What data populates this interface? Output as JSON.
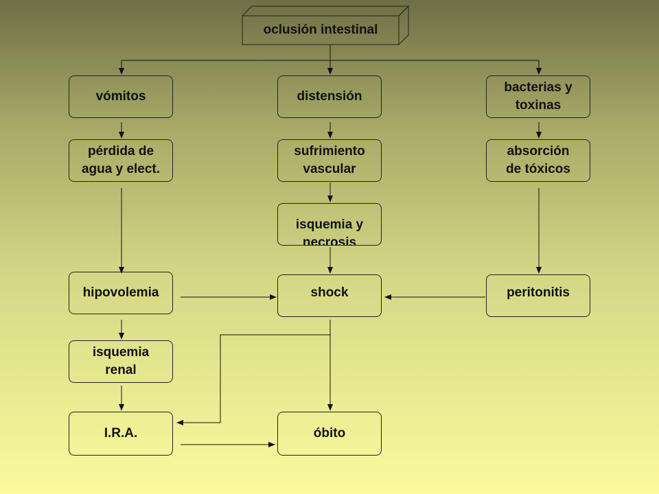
{
  "title": "oclusión intestinal",
  "nodes": {
    "vomitos": "vómitos",
    "distension": "distensión",
    "bacterias": "bacterias y\ntoxinas",
    "perdida": "pérdida de\nagua y elect.",
    "sufrimiento": "sufrimiento\nvascular",
    "absorcion": "absorción\nde tóxicos",
    "isquemia_necrosis": "isquemia y\nnecrosis",
    "hipovolemia": "hipovolemia",
    "shock": "shock",
    "peritonitis": "peritonitis",
    "isquemia_renal": "isquemia\nrenal",
    "ira": "I.R.A.",
    "obito": "óbito"
  }
}
